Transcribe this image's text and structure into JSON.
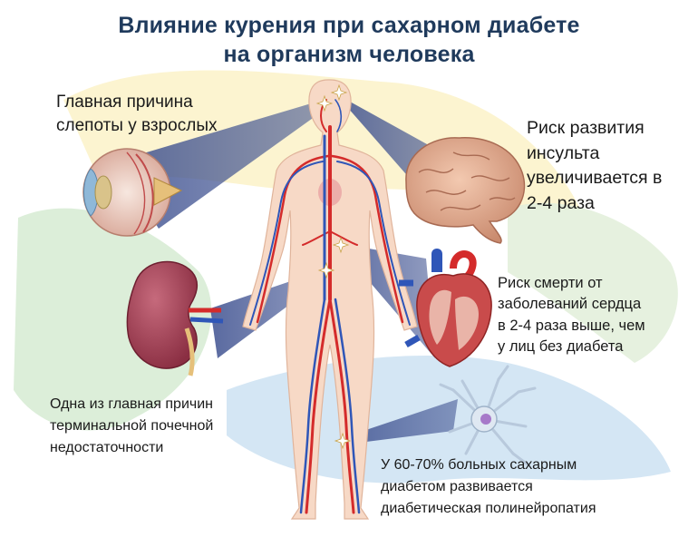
{
  "title": {
    "line1": "Влияние курения при сахарном диабете",
    "line2": "на организм человека"
  },
  "captions": {
    "eye": [
      "Главная причина",
      "слепоты у взрослых"
    ],
    "brain": [
      "Риск развития",
      "инсульта",
      "увеличивается в",
      "2-4 раза"
    ],
    "heart": [
      "Риск смерти от",
      "заболеваний сердца",
      "в 2-4 раза выше, чем",
      "у лиц без диабета"
    ],
    "kidney": [
      "Одна из главная причин",
      "терминальной почечной",
      "недостаточности"
    ],
    "nerve": [
      "У 60-70% больных сахарным",
      "диабетом развивается",
      "диабетическая полинейропатия"
    ]
  },
  "colors": {
    "title": "#1f3a5c",
    "beam": "#3c4f8f",
    "artery": "#d42b2b",
    "vein": "#2f56b8",
    "skin": "#f7d9c6",
    "bg_green": "#d8ecd5",
    "bg_yellow": "#fbf1c4",
    "bg_blue": "#cfe3f3"
  },
  "icons": [
    "eye-illustration",
    "brain-illustration",
    "heart-illustration",
    "kidney-illustration",
    "neuron-illustration",
    "human-body-illustration"
  ]
}
